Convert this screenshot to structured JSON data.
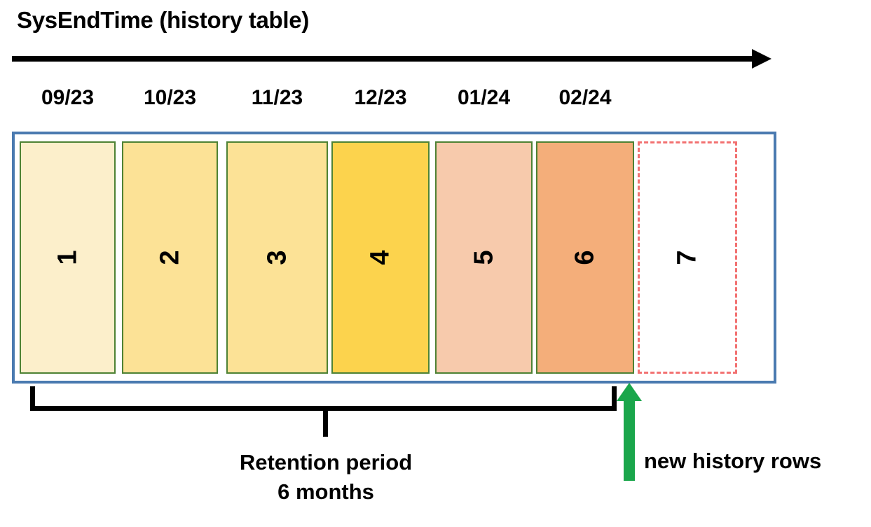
{
  "diagram": {
    "title": "SysEndTime (history table)",
    "axis": {
      "icon": "right-arrow-icon",
      "direction": "left-to-right"
    },
    "months": [
      {
        "label": "09/23"
      },
      {
        "label": "10/23"
      },
      {
        "label": "11/23"
      },
      {
        "label": "12/23"
      },
      {
        "label": "01/24"
      },
      {
        "label": "02/24"
      }
    ],
    "partitions": [
      {
        "number": "1",
        "fill": "#FCEFCB",
        "border": "#4E8234",
        "style": "solid"
      },
      {
        "number": "2",
        "fill": "#FCE296",
        "border": "#4E8234",
        "style": "solid"
      },
      {
        "number": "3",
        "fill": "#FCE296",
        "border": "#4E8234",
        "style": "solid"
      },
      {
        "number": "4",
        "fill": "#FCD34D",
        "border": "#4E8234",
        "style": "solid"
      },
      {
        "number": "5",
        "fill": "#F7CAAC",
        "border": "#4E8234",
        "style": "solid"
      },
      {
        "number": "6",
        "fill": "#F4AE7A",
        "border": "#4E8234",
        "style": "solid"
      },
      {
        "number": "7",
        "fill": "#FFFFFF",
        "border": "#F27171",
        "style": "dashed"
      }
    ],
    "retention": {
      "line1": "Retention period",
      "line2": "6 months"
    },
    "new_rows": {
      "label": "new history rows",
      "arrow_color": "#1AA64B"
    },
    "colors": {
      "frame": "#4A7AB0",
      "axis": "#000000",
      "bracket": "#000000",
      "dashed_partition": "#F27171",
      "green_arrow": "#1AA64B"
    }
  }
}
